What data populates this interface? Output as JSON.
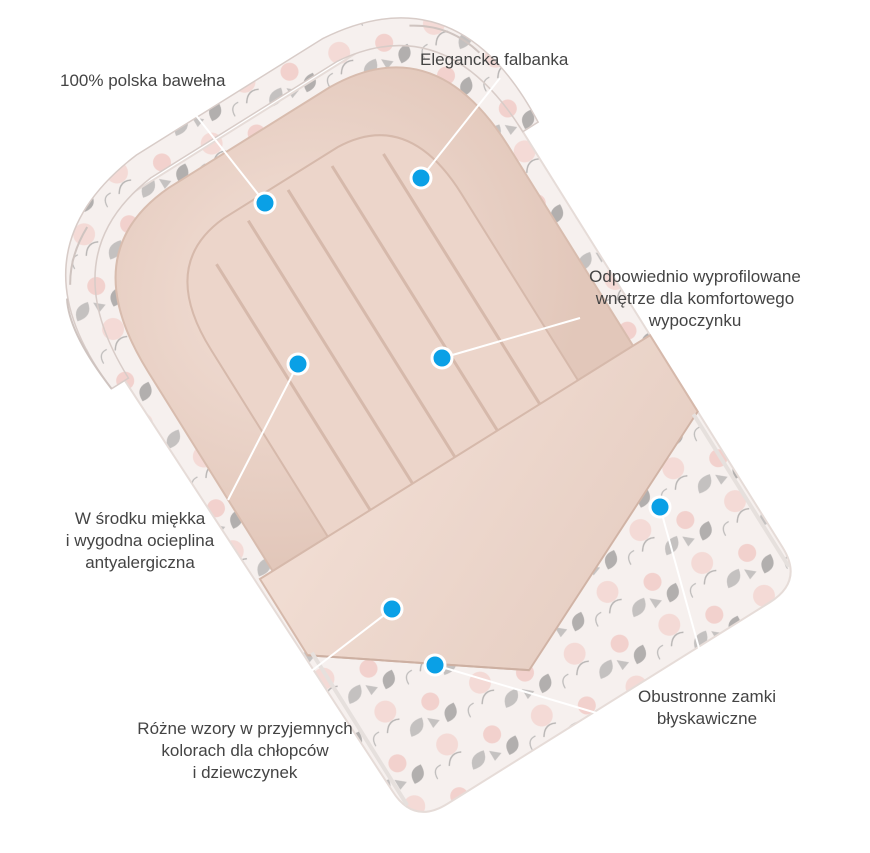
{
  "colors": {
    "background": "#ffffff",
    "text": "#444444",
    "dot": "#0aa0e6",
    "dot_ring": "#ffffff",
    "leader_line": "#ffffff",
    "fabric_pink": "#efd9cf",
    "fabric_pink_shadow": "#d9bdb0",
    "floral_base": "#f6f0ee"
  },
  "image": {
    "subject": "baby-nest-sleeping-bag",
    "pattern": "floral"
  },
  "callouts": [
    {
      "id": "cotton",
      "lines": [
        "100% polska bawełna"
      ]
    },
    {
      "id": "frill",
      "lines": [
        "Elegancka falbanka"
      ]
    },
    {
      "id": "profiled",
      "lines": [
        "Odpowiednio wyprofilowane",
        "wnętrze dla komfortowego",
        "wypoczynku"
      ]
    },
    {
      "id": "filling",
      "lines": [
        "W środku miękka",
        "i wygodna ocieplina",
        "antyalergiczna"
      ]
    },
    {
      "id": "zippers",
      "lines": [
        "Obustronne zamki",
        "błyskawiczne"
      ]
    },
    {
      "id": "patterns",
      "lines": [
        "Różne wzory w przyjemnych",
        "kolorach dla chłopców",
        "i dziewczynek"
      ]
    }
  ]
}
